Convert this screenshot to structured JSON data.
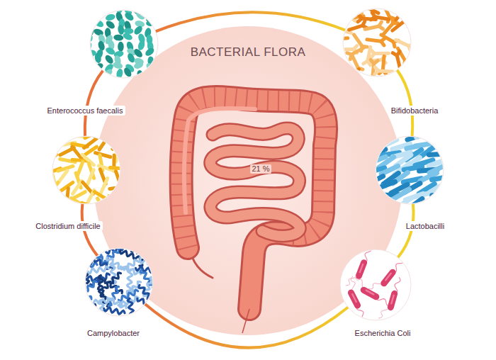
{
  "diagram": {
    "title": "BACTERIAL FLORA",
    "nodes": [
      {
        "text": [
          "Enterococcus faecalis"
        ]
      },
      {
        "text": [
          "Bifidobacteria"
        ]
      },
      {
        "text": [
          "Clostridium difficile"
        ]
      },
      {
        "text": [
          "Lactobacilli"
        ]
      },
      {
        "text": [
          "Campylobacter"
        ]
      },
      {
        "text": [
          "Escherichia Coli"
        ]
      }
    ],
    "edges": [
      {
        "from": 0,
        "to": 2,
        "arrow": "none"
      },
      {
        "from": 2,
        "to": 4,
        "arrow": "none"
      },
      {
        "from": 1,
        "to": 3,
        "arrow": "none"
      },
      {
        "from": 3,
        "to": 5,
        "arrow": "none"
      },
      {
        "from": 0,
        "to": 1,
        "arrow": "none"
      },
      {
        "from": 4,
        "to": 5,
        "arrow": "none"
      }
    ],
    "labels": [
      "21 %"
    ]
  }
}
